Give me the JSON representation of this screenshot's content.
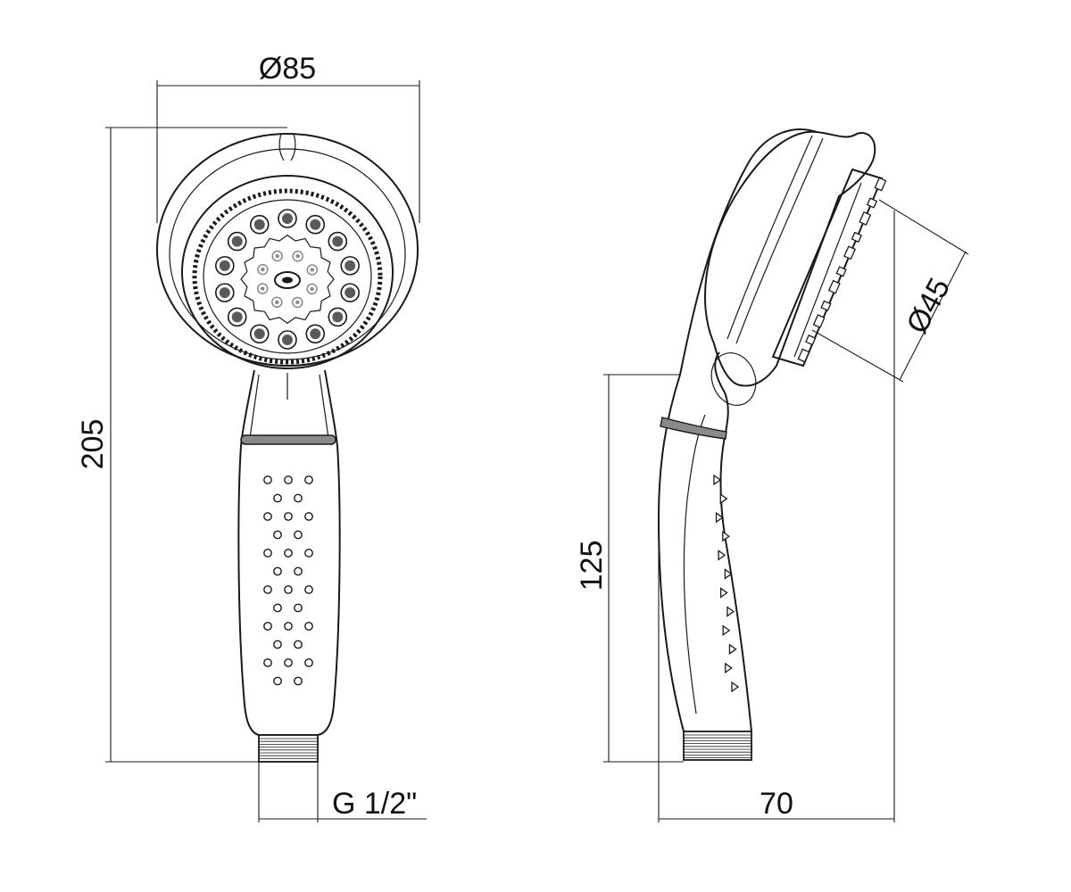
{
  "dimensions": {
    "head_diameter": "Ø85",
    "face_diameter": "Ø45",
    "overall_height": "205",
    "handle_height": "125",
    "depth": "70",
    "thread": "G 1/2\""
  },
  "colors": {
    "line": "#1a1a1a",
    "ring": "#8a8a8a",
    "nozzle": "#5a5a5a",
    "background": "#ffffff"
  }
}
